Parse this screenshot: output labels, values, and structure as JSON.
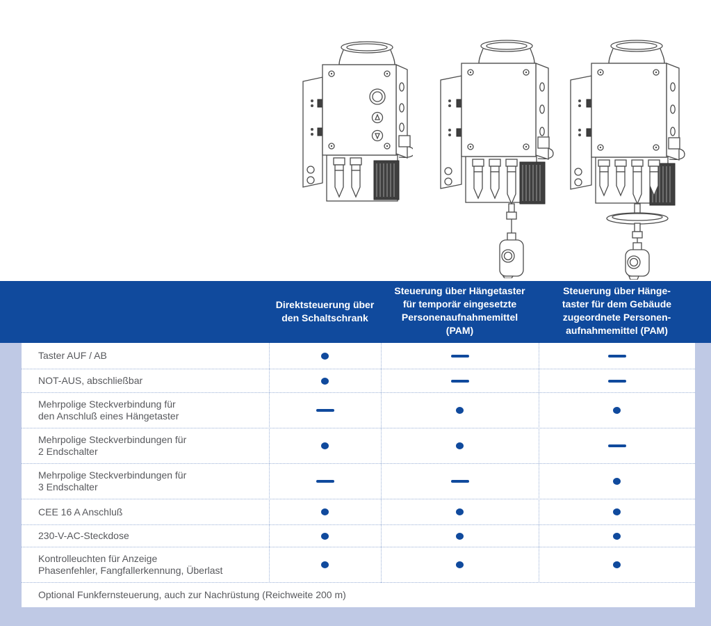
{
  "page": {
    "language": "de",
    "accent_blue": "#104a9d",
    "light_blue": "#bfc9e5",
    "text_gray": "#57585c"
  },
  "illustrations": [
    {
      "name": "hoist-with-direct-control",
      "description": "hoist control box without pendant"
    },
    {
      "name": "hoist-with-pendant-temporary",
      "description": "hoist control box with hanging pendant control"
    },
    {
      "name": "hoist-with-pendant-building",
      "description": "hoist control box with disc guard and hanging pendant control"
    }
  ],
  "table": {
    "columns": [
      {
        "label": "Direktsteuerung über\nden Schaltschrank"
      },
      {
        "label": "Steuerung über Hängetaster\nfür temporär eingesetzte\nPersonenaufnahmemittel\n(PAM)"
      },
      {
        "label": "Steuerung über Hänge-\ntaster für dem Gebäude\nzugeordnete Personen-\naufnahmemittel (PAM)"
      }
    ],
    "rows": [
      {
        "label": "Taster AUF / AB",
        "values": [
          "dot",
          "dash",
          "dash"
        ]
      },
      {
        "label": "NOT-AUS, abschließbar",
        "values": [
          "dot",
          "dash",
          "dash"
        ]
      },
      {
        "label": "Mehrpolige Steckverbindung für\nden Anschluß eines Hängetaster",
        "values": [
          "dash",
          "dot",
          "dot"
        ]
      },
      {
        "label": "Mehrpolige Steckverbindungen für\n2 Endschalter",
        "values": [
          "dot",
          "dot",
          "dash"
        ]
      },
      {
        "label": "Mehrpolige Steckverbindungen für\n3 Endschalter",
        "values": [
          "dash",
          "dash",
          "dot"
        ]
      },
      {
        "label": "CEE 16 A Anschluß",
        "values": [
          "dot",
          "dot",
          "dot"
        ]
      },
      {
        "label": "230-V-AC-Steckdose",
        "values": [
          "dot",
          "dot",
          "dot"
        ]
      },
      {
        "label": "Kontrolleuchten für Anzeige\nPhasenfehler, Fangfallerkennung, Überlast",
        "values": [
          "dot",
          "dot",
          "dot"
        ]
      }
    ],
    "footer_row": "Optional Funkfernsteuerung, auch zur Nachrüstung (Reichweite 200 m)"
  }
}
